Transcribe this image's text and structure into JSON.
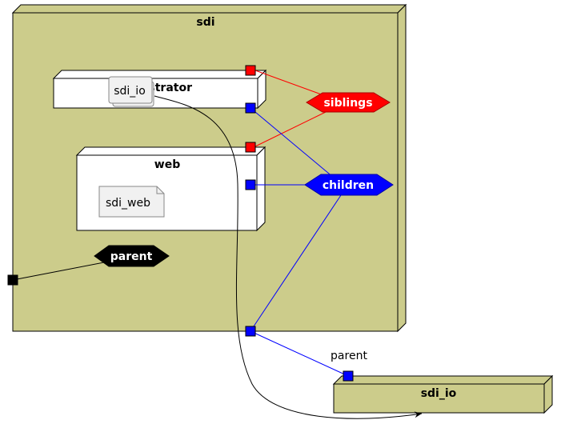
{
  "diagram": {
    "nodes": {
      "sdi": {
        "label": "sdi",
        "fill": "#cccc8b"
      },
      "administrator": {
        "label": "strator",
        "fill": "#ffffff"
      },
      "web": {
        "label": "web",
        "fill": "#ffffff"
      },
      "sdi_io_bottom": {
        "label": "sdi_io",
        "fill": "#cccc8b"
      }
    },
    "artifacts": {
      "sdi_io": {
        "label": "sdi_io"
      },
      "sdi_web": {
        "label": "sdi_web"
      }
    },
    "hexagons": {
      "siblings": {
        "label": "siblings",
        "fill": "#ff0000"
      },
      "children": {
        "label": "children",
        "fill": "#0000ff"
      },
      "parent": {
        "label": "parent",
        "fill": "#000000"
      }
    },
    "edge_labels": {
      "parent": "parent"
    },
    "colors": {
      "siblings_port": "#ff0000",
      "children_port": "#0000ff",
      "parent_port": "#000000",
      "siblings_edge": "#ff0000",
      "children_edge": "#0000ff",
      "parent_edge": "#000000"
    }
  }
}
